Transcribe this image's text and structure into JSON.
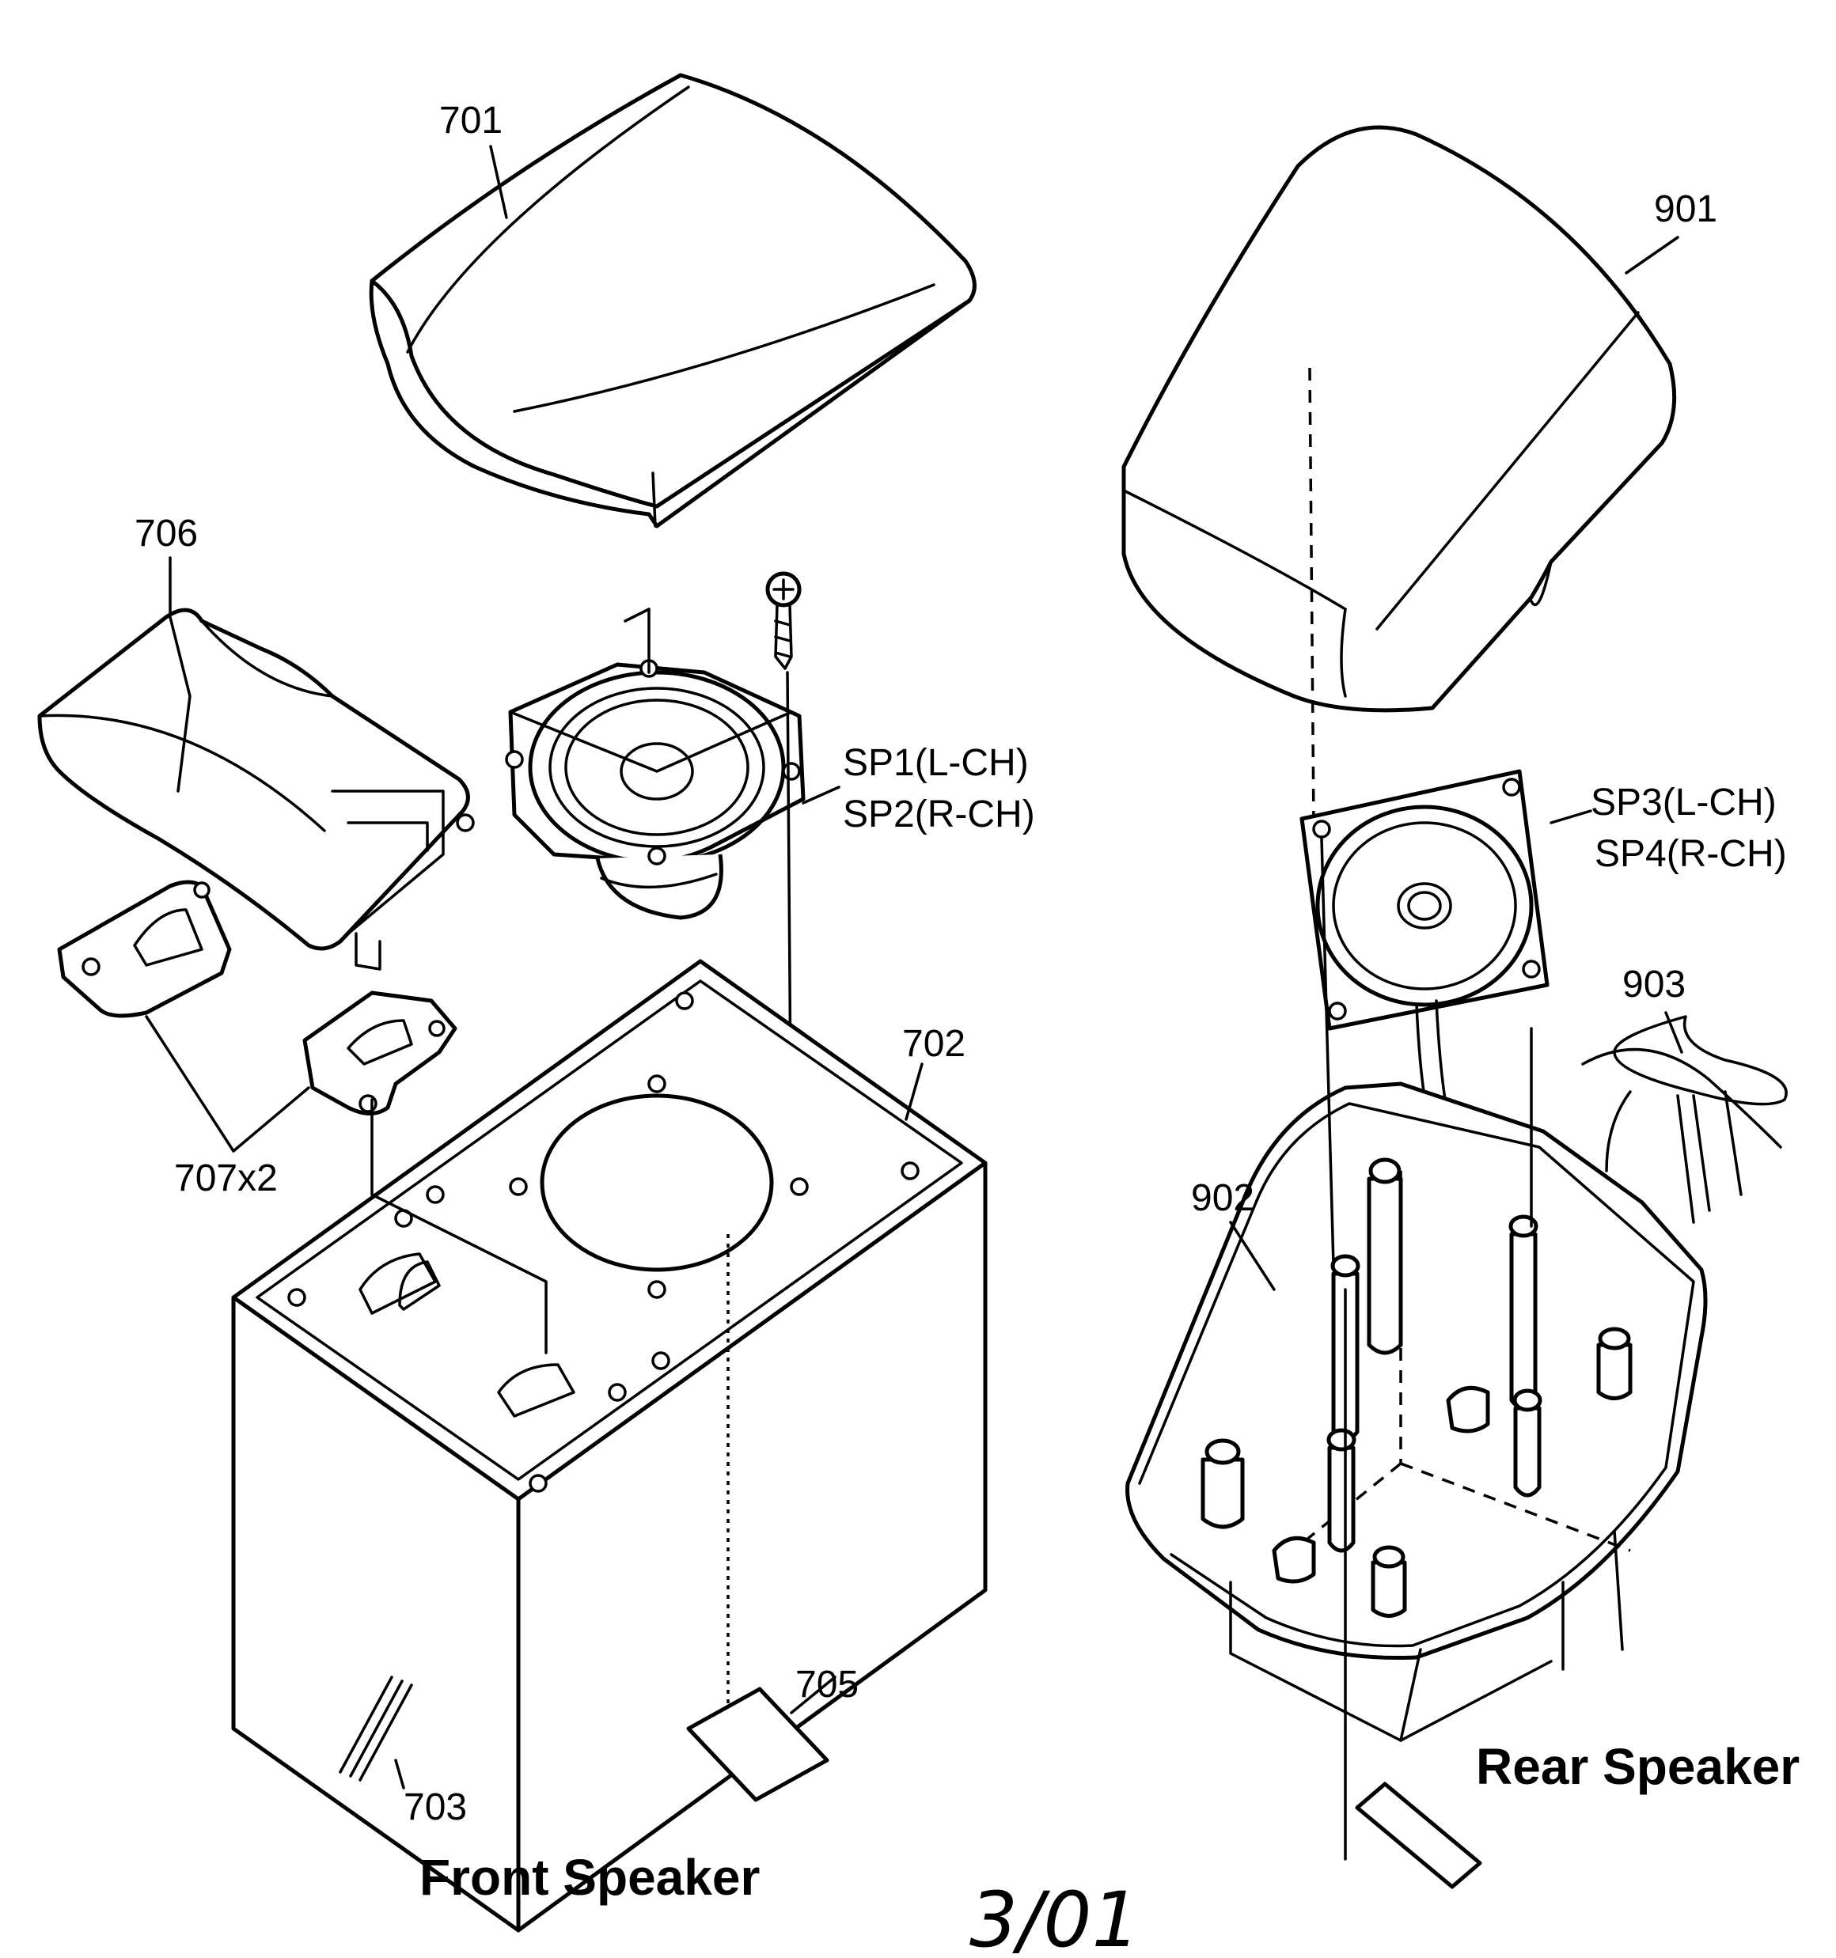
{
  "labels": {
    "p701": "701",
    "p702": "702",
    "p703": "703",
    "p705": "705",
    "p706": "706",
    "p707": "707x2",
    "p901": "901",
    "p902": "902",
    "p903": "903",
    "sp1": "SP1(L-CH)",
    "sp2": "SP2(R-CH)",
    "sp3": "SP3(L-CH)",
    "sp4": "SP4(R-CH)"
  },
  "titles": {
    "front": "Front Speaker",
    "rear": "Rear Speaker"
  },
  "date_mark": "3/01"
}
